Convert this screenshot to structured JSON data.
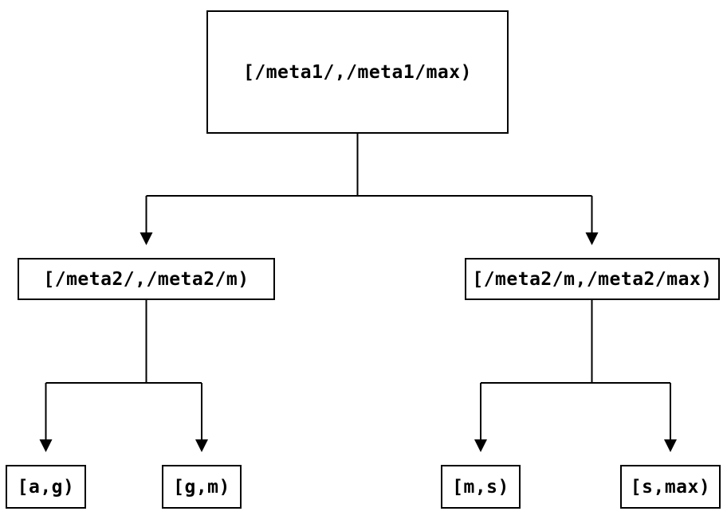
{
  "diagram": {
    "type": "binary-tree",
    "background_color": "#ffffff",
    "line_color": "#000000",
    "text_color": "#000000",
    "nodes": {
      "root": {
        "label": "[/meta1/,/meta1/max)"
      },
      "left_child": {
        "label": "[/meta2/,/meta2/m)"
      },
      "right_child": {
        "label": "[/meta2/m,/meta2/max)"
      },
      "leaf_1": {
        "label": "[a,g)"
      },
      "leaf_2": {
        "label": "[g,m)"
      },
      "leaf_3": {
        "label": "[m,s)"
      },
      "leaf_4": {
        "label": "[s,max)"
      }
    },
    "edges": [
      {
        "from": "root",
        "to": "left_child"
      },
      {
        "from": "root",
        "to": "right_child"
      },
      {
        "from": "left_child",
        "to": "leaf_1"
      },
      {
        "from": "left_child",
        "to": "leaf_2"
      },
      {
        "from": "right_child",
        "to": "leaf_3"
      },
      {
        "from": "right_child",
        "to": "leaf_4"
      }
    ]
  }
}
